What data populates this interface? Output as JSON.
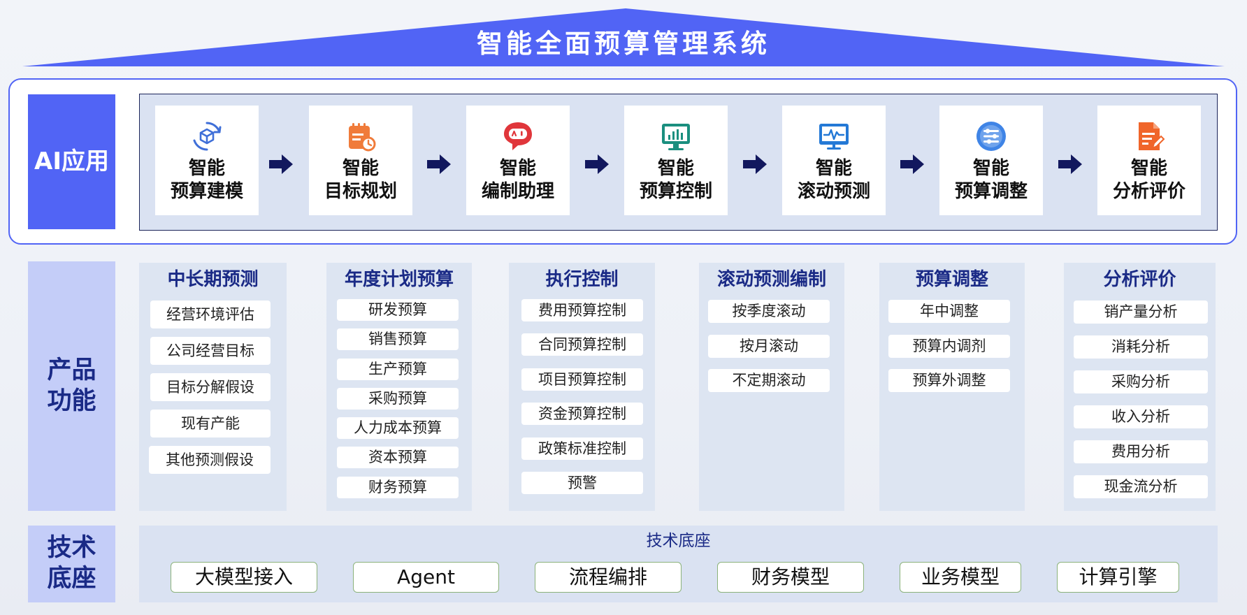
{
  "title": "智能全面预算管理系统",
  "colors": {
    "primary": "#5164f5",
    "label_light": "#c4cdf8",
    "panel": "#dae2f2",
    "dark_navy": "#1a2a86"
  },
  "ai_band": {
    "label": "AI应用",
    "items": [
      {
        "name": "智能\n预算建模",
        "icon": "cube-cycle-icon",
        "icon_color": "#3f6fd8"
      },
      {
        "name": "智能\n目标规划",
        "icon": "calendar-clock-icon",
        "icon_color": "#f07b3a"
      },
      {
        "name": "智能\n编制助理",
        "icon": "robot-chat-icon",
        "icon_color": "#e0363b"
      },
      {
        "name": "智能\n预算控制",
        "icon": "monitor-bar-chart-icon",
        "icon_color": "#1b8f7f"
      },
      {
        "name": "智能\n滚动预测",
        "icon": "monitor-pulse-icon",
        "icon_color": "#2479d6"
      },
      {
        "name": "智能\n预算调整",
        "icon": "sliders-circle-icon",
        "icon_color": "#3f84e6"
      },
      {
        "name": "智能\n分析评价",
        "icon": "document-edit-icon",
        "icon_color": "#f0652a"
      }
    ]
  },
  "product": {
    "label": "产品\n功能",
    "columns": [
      {
        "title": "中长期预测",
        "items": [
          "经营环境评估",
          "公司经营目标",
          "目标分解假设",
          "现有产能",
          "其他预测假设"
        ]
      },
      {
        "title": "年度计划预算",
        "items": [
          "研发预算",
          "销售预算",
          "生产预算",
          "采购预算",
          "人力成本预算",
          "资本预算",
          "财务预算"
        ]
      },
      {
        "title": "执行控制",
        "items": [
          "费用预算控制",
          "合同预算控制",
          "项目预算控制",
          "资金预算控制",
          "政策标准控制",
          "预警"
        ]
      },
      {
        "title": "滚动预测编制",
        "items": [
          "按季度滚动",
          "按月滚动",
          "不定期滚动"
        ]
      },
      {
        "title": "预算调整",
        "items": [
          "年中调整",
          "预算内调剂",
          "预算外调整"
        ]
      },
      {
        "title": "分析评价",
        "items": [
          "销产量分析",
          "消耗分析",
          "采购分析",
          "收入分析",
          "费用分析",
          "现金流分析"
        ]
      }
    ]
  },
  "tech": {
    "label": "技术\n底座",
    "title": "技术底座",
    "items": [
      "大模型接入",
      "Agent",
      "流程编排",
      "财务模型",
      "业务模型",
      "计算引擎"
    ]
  }
}
